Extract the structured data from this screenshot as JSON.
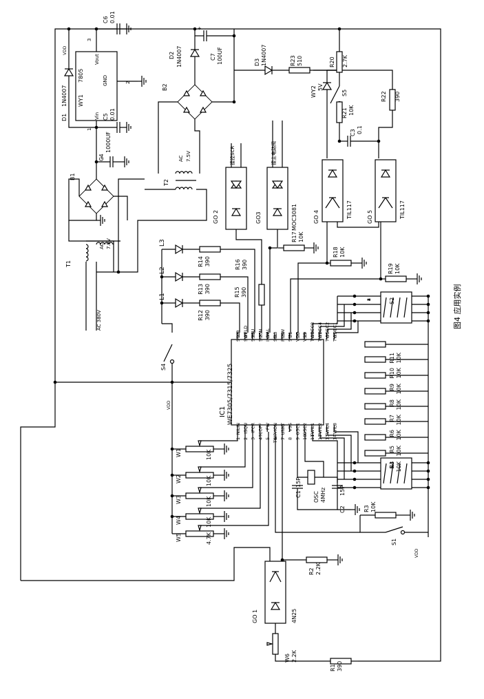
{
  "figure_caption": "图4 应用实例",
  "ic1": {
    "name": "IC1",
    "part": "WE7305/7315/7325",
    "left_pins": [
      {
        "num": "1",
        "name": "NILIN"
      },
      {
        "num": "2",
        "name": "ISQU"
      },
      {
        "num": "3",
        "name": "IPCR"
      },
      {
        "num": "4",
        "name": "TCOFF"
      },
      {
        "num": "5",
        "name": "FW"
      },
      {
        "num": "6",
        "name": "TWPHON"
      },
      {
        "num": "7",
        "name": "UNKT"
      },
      {
        "num": "8",
        "name": "VSS"
      },
      {
        "num": "9",
        "name": "OSC1"
      },
      {
        "num": "10",
        "name": "OSC2"
      },
      {
        "num": "11",
        "name": "TWIL1"
      },
      {
        "num": "12",
        "name": "TWIL2"
      },
      {
        "num": "13",
        "name": "TWIL4"
      },
      {
        "num": "14",
        "name": "TWIL8"
      }
    ],
    "right_pins": [
      {
        "num": "28",
        "name": "STCR"
      },
      {
        "num": "27",
        "name": "SWELD"
      },
      {
        "num": "26",
        "name": "SSQU"
      },
      {
        "num": "25",
        "name": "SUCN"
      },
      {
        "num": "24",
        "name": "INVAL"
      },
      {
        "num": "23",
        "name": "SEL"
      },
      {
        "num": "22",
        "name": "FTSW"
      },
      {
        "num": "21",
        "name": "STN"
      },
      {
        "num": "20",
        "name": "VDD"
      },
      {
        "num": "19",
        "name": "VSS"
      },
      {
        "num": "18",
        "name": "TWDEC8"
      },
      {
        "num": "17",
        "name": "TWDEC4"
      },
      {
        "num": "16",
        "name": "TWDEC2"
      },
      {
        "num": "15",
        "name": "TWDEC1"
      }
    ]
  },
  "power": {
    "wy1": "WY1",
    "wy1_part": "7805",
    "wy1_pins": [
      "Vin",
      "GND",
      "Vout"
    ],
    "wy1_pin_nums": [
      "1",
      "2",
      "3"
    ],
    "d1": "D1",
    "d1_part": "1N4007",
    "c5": "C5",
    "c5_val": "0.01",
    "c6": "C6",
    "c6_val": "0.01",
    "c4": "C4",
    "c4_val": "1000UF",
    "b1": "B1",
    "b2": "B2",
    "t1": "T1",
    "t1_sec": "AC",
    "t1_sec_v": "7.5V",
    "t2": "T2",
    "t2_sec": "AC",
    "t2_sec_v": "7.5V",
    "mains": "AC 380V",
    "vdd": "VDD",
    "d2": "D2",
    "d2_part": "1N4007",
    "d3": "D3",
    "d3_part": "1N4007",
    "c7": "C7",
    "c7_val": "100UF",
    "r23": "R23",
    "r23_val": "510",
    "wy2": "WY2",
    "wy2_val": "5V",
    "r20": "R20",
    "r20_val": "2.7K",
    "r22": "R22",
    "r22_val": "390",
    "r21": "R21",
    "r21_val": "10K",
    "c3": "C3",
    "c3_val": "0.1",
    "s5": "S5",
    "plus": "+"
  },
  "optos": {
    "go2": "GO 2",
    "go2_note": "接控SCR",
    "go3": "GO3",
    "go3_note": "接主电路阀",
    "go3_part": "MOC3081",
    "go4": "GO 4",
    "go4_part": "TIL117",
    "go5": "GO 5",
    "go5_part": "TIL117",
    "go1": "GO 1",
    "go1_part": "4N25"
  },
  "leds": [
    {
      "name": "L3",
      "r": "R14",
      "rv": "390"
    },
    {
      "name": "L2",
      "r": "R13",
      "rv": "390"
    },
    {
      "name": "L1",
      "r": "R12",
      "rv": "390"
    }
  ],
  "resistors": {
    "r16": "R16",
    "r16_val": "390",
    "r15": "R15",
    "r15_val": "390",
    "r17": "R17",
    "r17_val": "10K",
    "r18": "R18",
    "r18_val": "10K",
    "r19": "R19",
    "r19_val": "10K",
    "r11": "R11",
    "r11_val": "10K",
    "r10": "R10",
    "r10_val": "10K",
    "r9": "R9",
    "r9_val": "10K",
    "r8": "R8",
    "r8_val": "10K",
    "r7": "R7",
    "r7_val": "10K",
    "r6": "R6",
    "r6_val": "10K",
    "r5": "R5",
    "r5_val": "10K",
    "r4": "R4",
    "r4_val": "10K",
    "r3": "R3",
    "r3_val": "10K",
    "r2": "R2",
    "r2_val": "2.2K",
    "r1": "R1",
    "r1_val": "390"
  },
  "pots": [
    {
      "name": "W1",
      "val": "10K"
    },
    {
      "name": "W2",
      "val": "10K"
    },
    {
      "name": "W3",
      "val": "10K"
    },
    {
      "name": "W4",
      "val": "10K"
    },
    {
      "name": "W5",
      "val": "4.7K"
    }
  ],
  "w6": "W6",
  "w6_val": "2.2K",
  "osc": {
    "c1": "C1",
    "c1_val": "15P",
    "c2": "C2",
    "c2_val": "15P",
    "xtal": "OSC",
    "xtal_val": "4MHz"
  },
  "switches": {
    "s1": "S1",
    "s2": "S2",
    "s3": "S3",
    "s4": "S4"
  },
  "sw_pins": [
    "1",
    "2",
    "4",
    "8"
  ]
}
